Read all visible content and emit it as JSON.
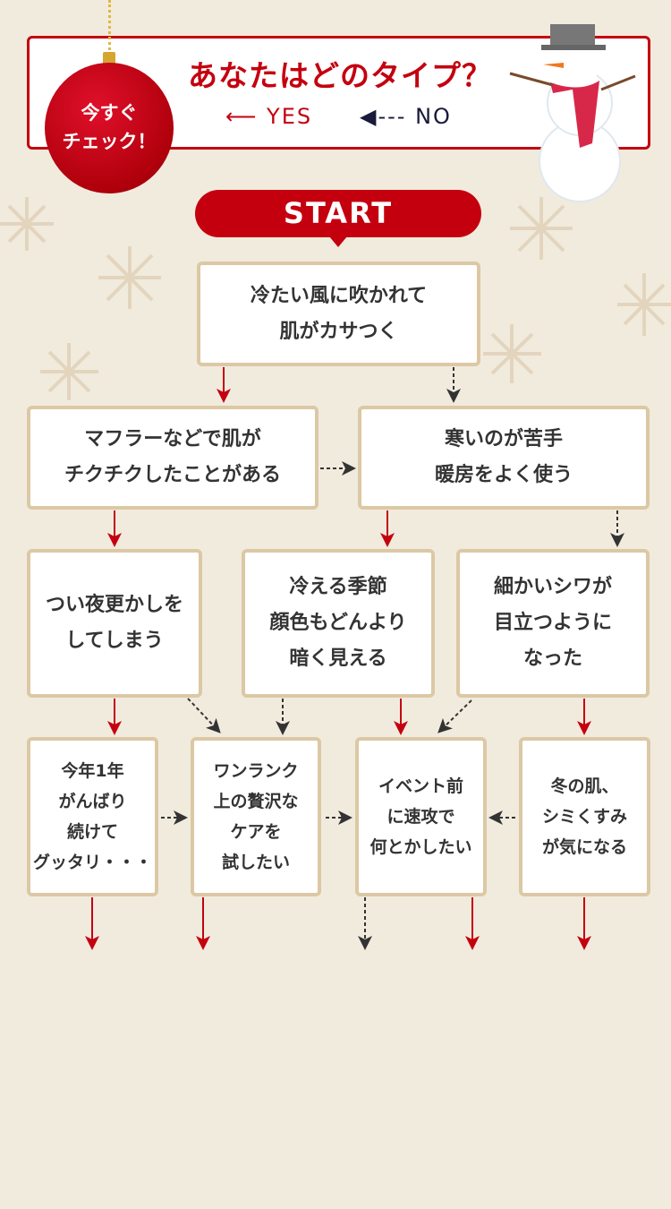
{
  "header": {
    "title": "あなたはどのタイプ？",
    "yes_label": "YES",
    "no_label": "NO",
    "badge": "今すぐ\nチェック！"
  },
  "start_label": "START",
  "questions": [
    "冷たい風に吹かれて\n肌がカサつく",
    "マフラーなどで肌が\nチクチクしたことがある",
    "寒いのが苦手\n暖房をよく使う",
    "つい夜更かしを\nしてしまう",
    "冷える季節\n顔色もどんより\n暗く見える",
    "細かいシワが\n目立つように\nなった"
  ],
  "results": [
    "今年1年\nがんばり\n続けて\nグッタリ・・・",
    "ワンランク\n上の贅沢な\nケアを\n試したい",
    "イベント前\nに速攻で\n何とかしたい",
    "冬の肌、\nシミくすみ\nが気になる"
  ],
  "colors": {
    "yes": "#c4000f",
    "no": "#333333",
    "box_border": "#dcc8a4",
    "background": "#f1ebde"
  }
}
